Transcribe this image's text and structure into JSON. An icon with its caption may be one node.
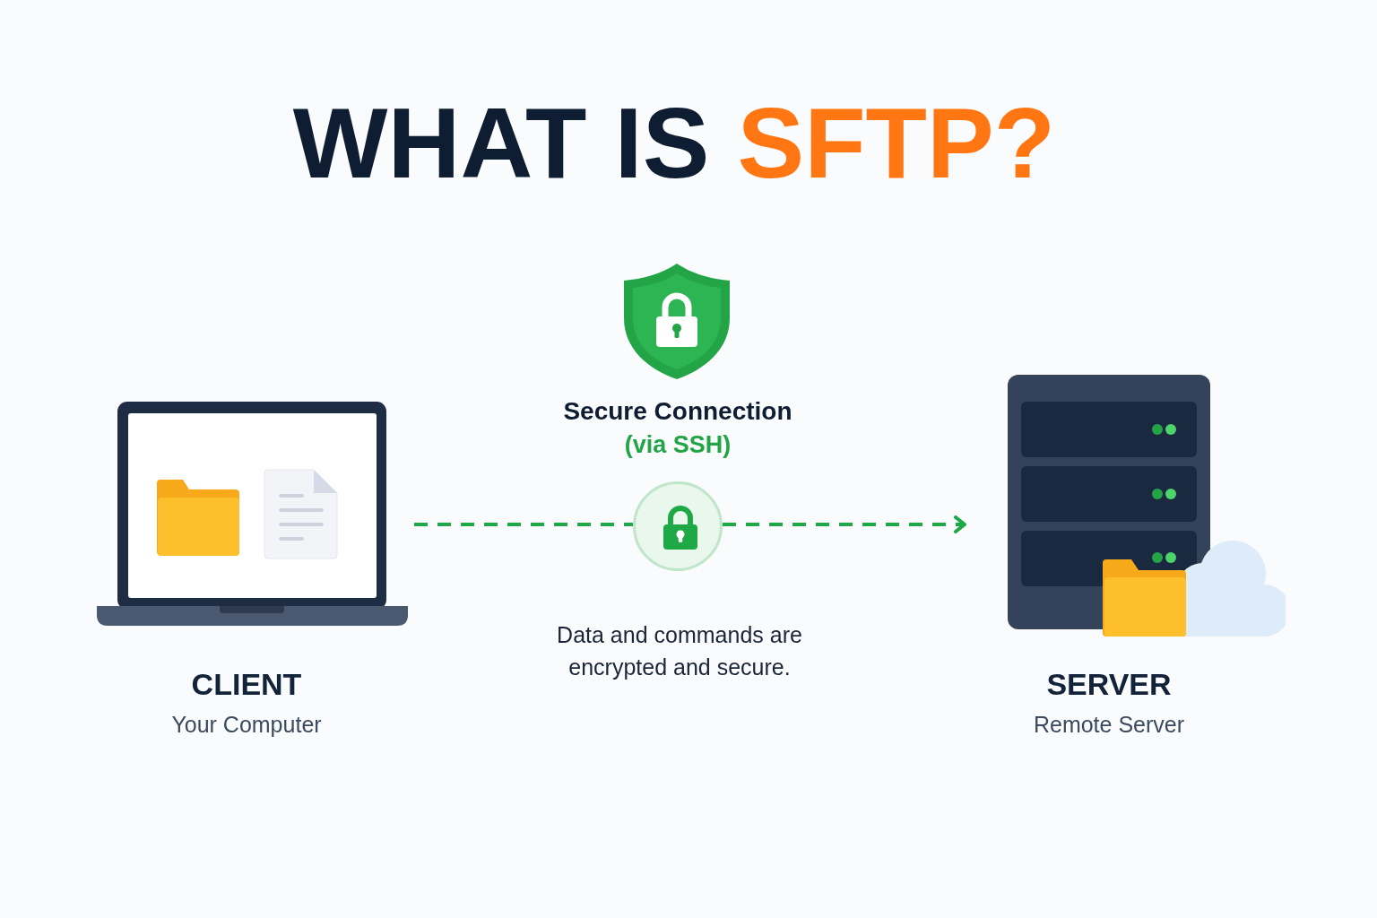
{
  "diagram": {
    "title": "WHAT IS SFTP?",
    "nodes": [
      {
        "text": [
          "CLIENT",
          "Your Computer"
        ]
      },
      {
        "text": [],
        "shape": "circle"
      },
      {
        "text": [
          "SERVER",
          "Remote Server"
        ]
      }
    ],
    "edges": [
      {
        "from": 0,
        "to": 1,
        "arrow": "none",
        "style": "dashed"
      },
      {
        "from": 1,
        "to": 2,
        "arrow": "to",
        "style": "dashed"
      }
    ],
    "labels": [
      "Secure Connection",
      "(via SSH)",
      "Data and commands are encrypted and secure."
    ]
  }
}
